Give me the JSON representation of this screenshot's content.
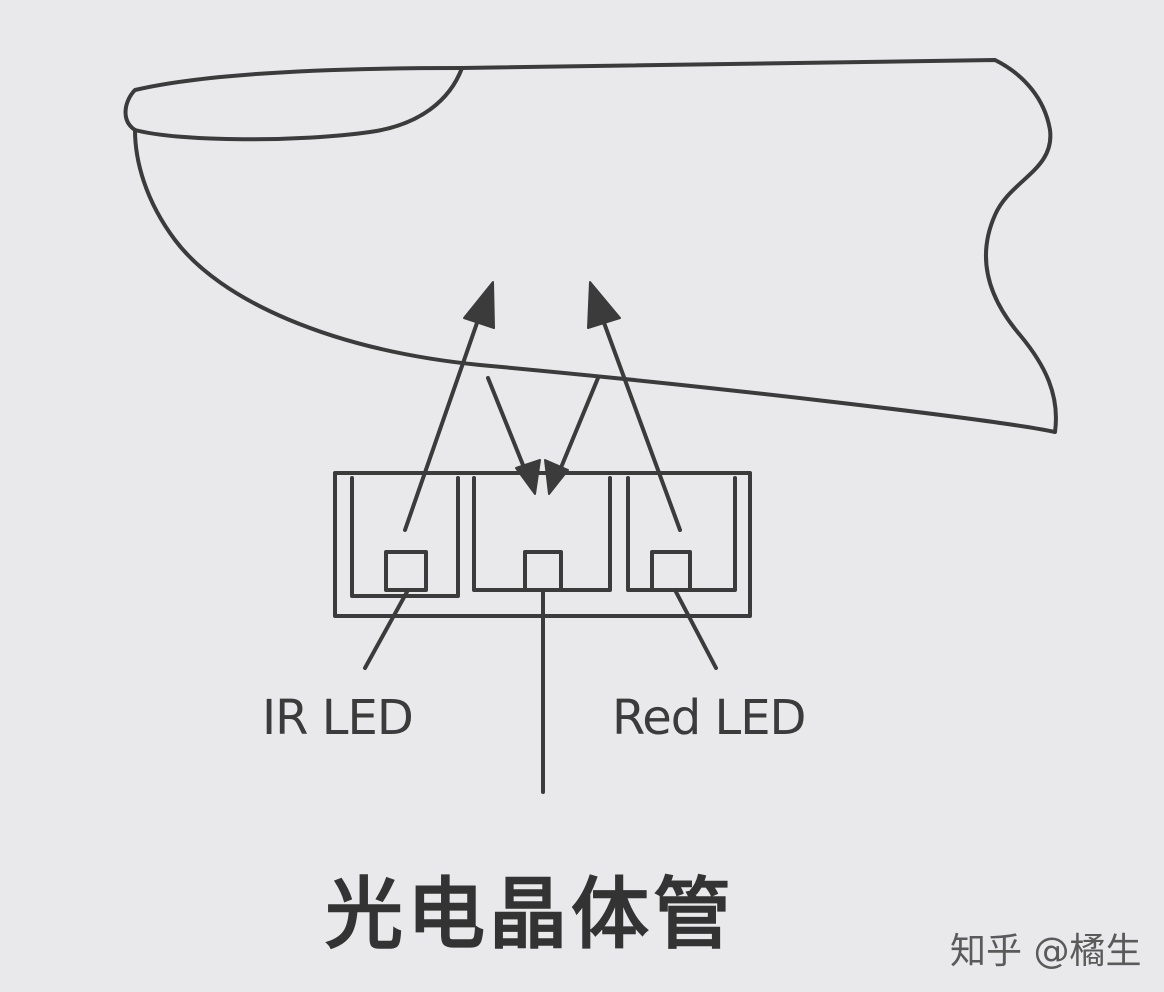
{
  "labels": {
    "ir_led": "IR LED",
    "red_led": "Red LED",
    "photo_transistor": "光电晶体管"
  },
  "watermark": "知乎 @橘生",
  "colors": {
    "background": "#e9e9eb",
    "line": "#3b3b3b"
  }
}
